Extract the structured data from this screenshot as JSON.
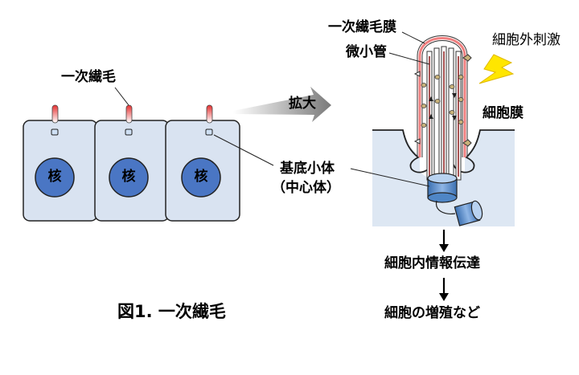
{
  "labels": {
    "primary_cilium_left": "一次繊毛",
    "nucleus": "核",
    "expand": "拡大",
    "basal_body": "基底小体",
    "centrosome": "（中心体）",
    "primary_cilium_membrane": "一次繊毛膜",
    "microtubule": "微小管",
    "external_stimulus": "細胞外刺激",
    "cell_membrane": "細胞膜",
    "intracellular_signaling": "細胞内情報伝達",
    "proliferation": "細胞の増殖など",
    "caption": "図1. 一次繊毛"
  },
  "colors": {
    "cell_fill": "#d9e3f1",
    "nucleus_fill": "#4a76c4",
    "cilium_pink": "#f08080",
    "basal_body_blue": "#4f86c6",
    "bolt_yellow": "#ffe600",
    "arrow_gray": "#777777"
  }
}
